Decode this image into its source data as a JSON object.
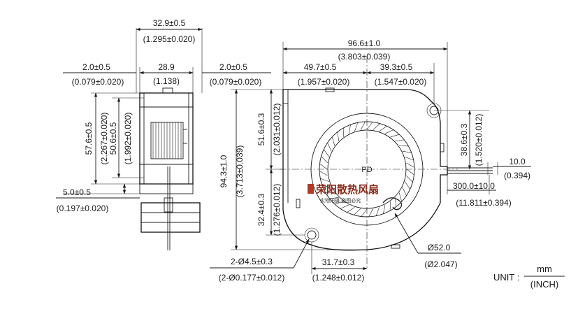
{
  "drawing": {
    "side_view": {
      "top_width": "32.9±0.5",
      "top_width_inch": "(1.295±0.020)",
      "left_offset": "2.0±0.5",
      "left_offset_inch": "(0.079±0.020)",
      "body_width": "28.9",
      "body_width_inch": "(1.138)",
      "right_offset": "2.0±0.5",
      "right_offset_inch": "(0.079±0.020)",
      "outer_height": "57.6±0.5",
      "outer_height_inch": "(2.267±0.020)",
      "inner_height": "50.6±0.5",
      "inner_height_inch": "(1.992±0.020)",
      "bottom_offset": "5.0±0.5",
      "bottom_offset_inch": "(0.197±0.020)"
    },
    "front_view": {
      "total_width": "96.6±1.0",
      "total_width_inch": "(3.803±0.039)",
      "left_width": "49.7±0.5",
      "left_width_inch": "(1.957±0.020)",
      "right_width": "39.3±0.5",
      "right_width_inch": "(1.547±0.020)",
      "total_height": "94.3±1.0",
      "total_height_inch": "(3.713±0.039)",
      "upper_height": "51.6±0.3",
      "upper_height_inch": "(2.031±0.012)",
      "lower_height": "32.4±0.3",
      "lower_height_inch": "(1.276±0.012)",
      "hole_offset": "38.6±0.3",
      "hole_offset_inch": "(1.520±0.012)",
      "wire_strip": "10.0",
      "wire_strip_inch": "(0.394)",
      "wire_length": "300.0±10.0",
      "wire_length_inch": "(11.811±0.394)",
      "holes": "2-Ø4.5±0.3",
      "holes_inch": "(2-Ø0.177±0.012)",
      "hole_spacing": "31.7±0.3",
      "hole_spacing_inch": "(1.248±0.012)",
      "hub_diameter": "Ø52.0",
      "hub_diameter_inch": "(Ø2.047)",
      "hub_label": "PD"
    },
    "unit": {
      "label": "UNIT :",
      "numerator": "mm",
      "denominator": "(INCH)"
    },
    "watermark": {
      "title": "荣阳散热风扇",
      "subtitle": "实物拍摄 盗图必究"
    }
  }
}
